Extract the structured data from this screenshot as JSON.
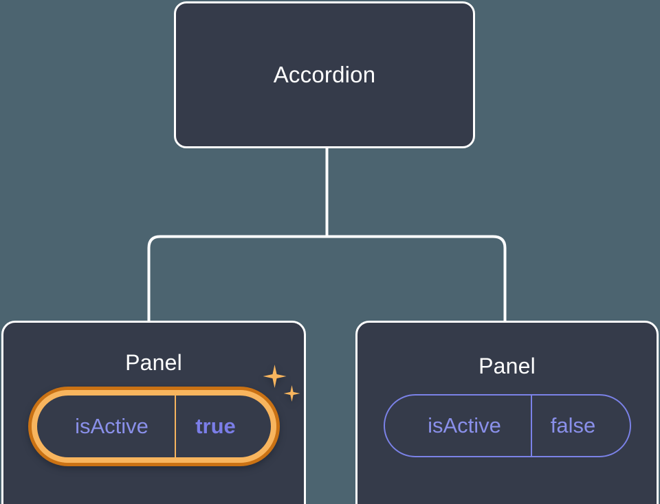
{
  "diagram": {
    "type": "component-tree",
    "background_color": "#4c6470",
    "node_fill_color": "#353b4a",
    "node_border_color": "#ffffff",
    "edge_color": "#ffffff"
  },
  "root": {
    "label": "Accordion"
  },
  "children": [
    {
      "label": "Panel",
      "prop": {
        "key": "isActive",
        "value": "true",
        "state": "highlighted",
        "highlight_outer_color": "#ca7214",
        "highlight_inner_color": "#f8b55e",
        "key_color": "#8a90ea",
        "value_color": "#7b7ee8",
        "sparkle_color": "#f8b55e",
        "sparkle_icons": [
          "sparkle-large-icon",
          "sparkle-small-icon"
        ]
      }
    },
    {
      "label": "Panel",
      "prop": {
        "key": "isActive",
        "value": "false",
        "state": "default",
        "border_color": "#7b82e8",
        "key_color": "#8a90ea",
        "value_color": "#8a90ea"
      }
    }
  ]
}
